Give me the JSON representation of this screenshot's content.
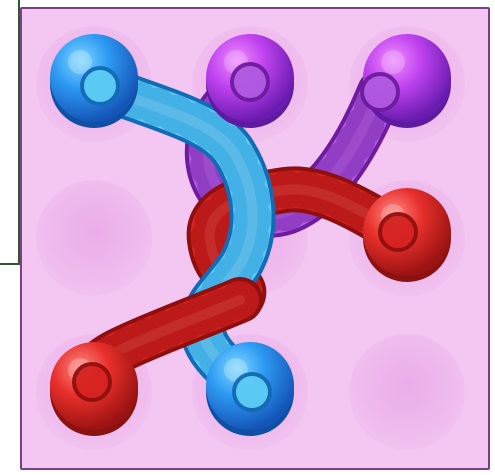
{
  "game": {
    "grid": {
      "rows": 3,
      "cols": 3
    },
    "colors": {
      "board_bg": "#f4c7f3",
      "hole": "#eaaee9",
      "blue": "#2e8ff0",
      "blue_rope": "#5dcdf5",
      "purple": "#b23be6",
      "purple_rope": "#b05ae0",
      "red": "#e52a27",
      "red_rope": "#d62220"
    },
    "pegs": [
      {
        "name": "peg-blue-top-left",
        "row": 0,
        "col": 0,
        "color": "blue",
        "occupied": true
      },
      {
        "name": "peg-purple-top-center",
        "row": 0,
        "col": 1,
        "color": "purple",
        "occupied": true
      },
      {
        "name": "peg-purple-top-right",
        "row": 0,
        "col": 2,
        "color": "purple",
        "occupied": true
      },
      {
        "name": "hole-middle-left",
        "row": 1,
        "col": 0,
        "color": "empty",
        "occupied": false
      },
      {
        "name": "hole-middle-center",
        "row": 1,
        "col": 1,
        "color": "empty",
        "occupied": false
      },
      {
        "name": "peg-red-middle-right",
        "row": 1,
        "col": 2,
        "color": "red",
        "occupied": true
      },
      {
        "name": "peg-red-bottom-left",
        "row": 2,
        "col": 0,
        "color": "red",
        "occupied": true
      },
      {
        "name": "peg-blue-bottom-center",
        "row": 2,
        "col": 1,
        "color": "blue",
        "occupied": true
      },
      {
        "name": "hole-bottom-right",
        "row": 2,
        "col": 2,
        "color": "empty",
        "occupied": false
      }
    ],
    "ropes": [
      {
        "name": "rope-blue",
        "color": "blue",
        "from": [
          0,
          0
        ],
        "to": [
          2,
          1
        ]
      },
      {
        "name": "rope-purple",
        "color": "purple",
        "from": [
          0,
          1
        ],
        "to": [
          0,
          2
        ]
      },
      {
        "name": "rope-red",
        "color": "red",
        "from": [
          1,
          2
        ],
        "to": [
          2,
          0
        ]
      }
    ]
  }
}
